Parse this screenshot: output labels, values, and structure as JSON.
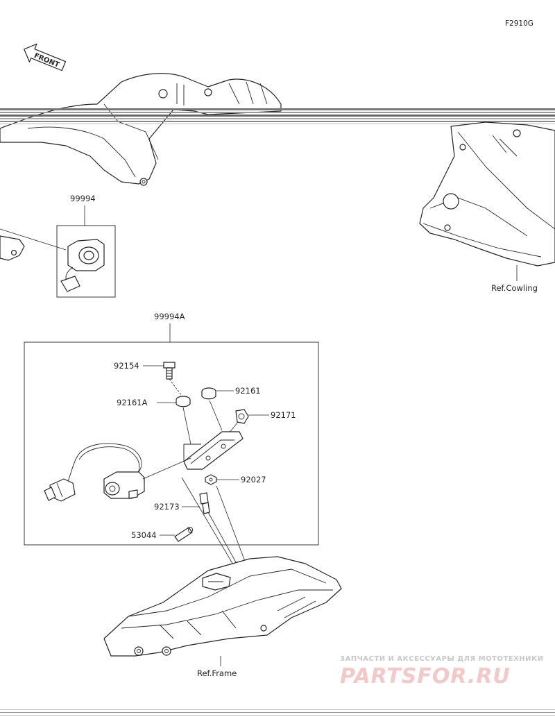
{
  "diagram_code": "F2910G",
  "direction_tag": "FRONT",
  "callouts": {
    "kit_upper": "99994",
    "kit_lower": "99994A",
    "bolt": "92154",
    "collar_a": "92161A",
    "collar": "92161",
    "clamp": "92171",
    "nut": "92027",
    "screw": "92173",
    "tube": "53044"
  },
  "references": {
    "cowling": "Ref.Cowling",
    "frame": "Ref.Frame"
  },
  "watermark": {
    "tagline": "ЗАПЧАСТИ И АКСЕССУАРЫ ДЛЯ МОТОТЕХНИКИ",
    "brand": "PARTSFOR.RU"
  },
  "colors": {
    "line": "#222222",
    "watermark_red": "#f2c9c9",
    "watermark_gray": "#c9c9c9"
  }
}
